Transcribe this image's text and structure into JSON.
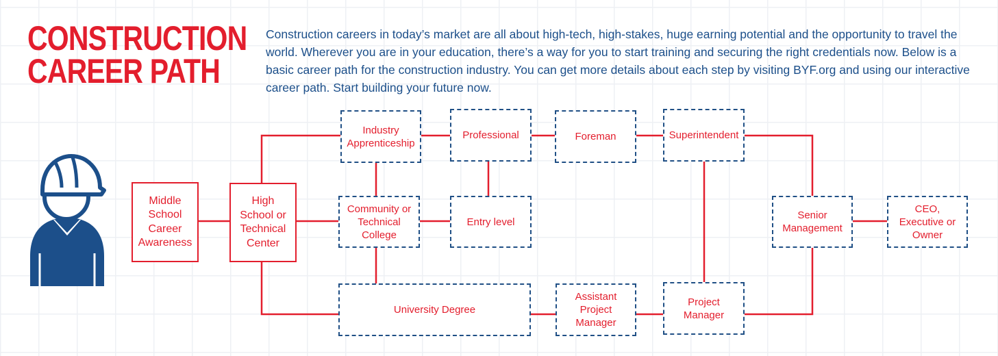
{
  "header": {
    "title_line1": "CONSTRUCTION",
    "title_line2": "CAREER PATH",
    "intro": "Construction careers in today’s market are all about high-tech, high-stakes, huge earning potential and the opportunity to travel the world. Wherever you are in your education, there’s a way for you to start training and securing the right credentials now. Below is a basic career path for the construction industry. You can get more details about each step by visiting BYF.org and using our interactive career path. Start building your future now."
  },
  "colors": {
    "red": "#e31e2d",
    "blue": "#1f4f85",
    "grid": "#eef0f4"
  },
  "icons": {
    "worker": "construction-worker-hardhat-icon"
  },
  "nodes": {
    "middle_school": "Middle School Career Awareness",
    "high_school": "High School or Technical Center",
    "apprenticeship": "Industry Apprenticeship",
    "community_college": "Community or Technical College",
    "university": "University Degree",
    "professional": "Professional",
    "entry_level": "Entry level",
    "foreman": "Foreman",
    "assistant_pm": "Assistant Project Manager",
    "superintendent": "Superintendent",
    "project_manager": "Project Manager",
    "senior_management": "Senior Management",
    "ceo": "CEO, Executive or Owner"
  }
}
